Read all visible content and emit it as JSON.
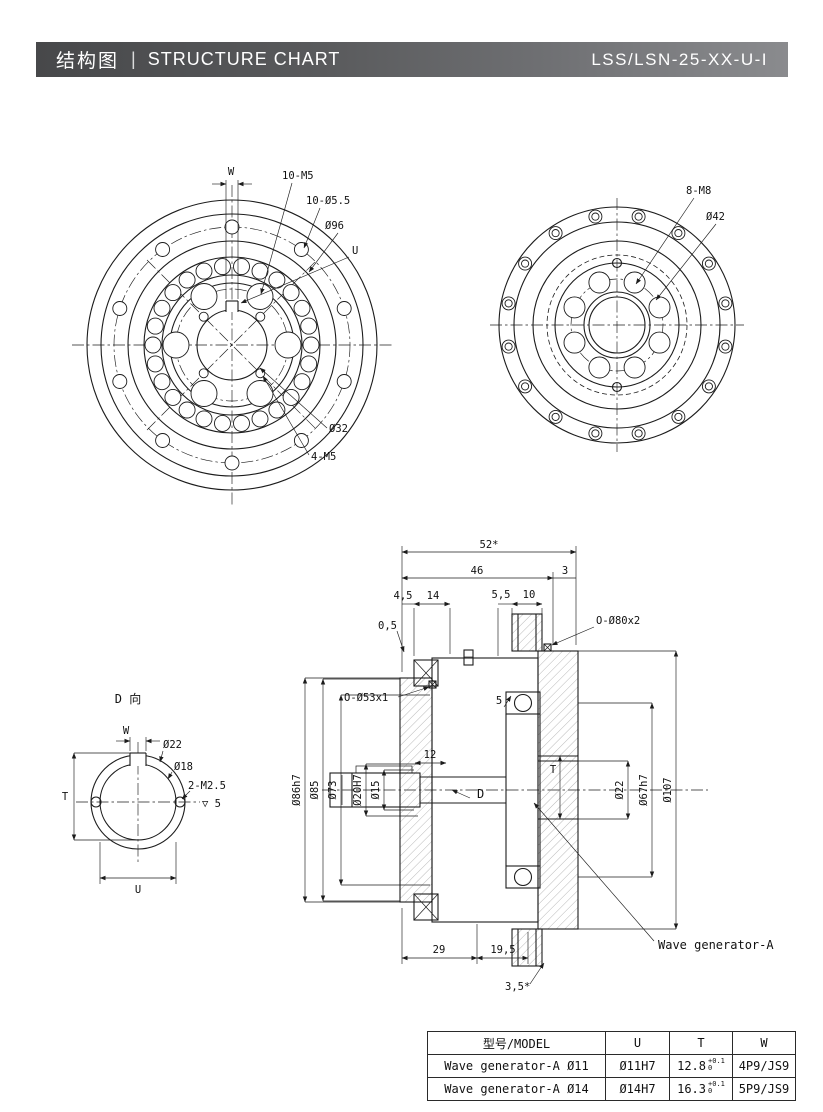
{
  "header": {
    "title_zh": "结构图",
    "separator": "|",
    "title_en": "STRUCTURE CHART",
    "model": "LSS/LSN-25-XX-U-I",
    "bg_color": "#595a5c",
    "text_color": "#ffffff"
  },
  "front_view": {
    "dim_w": "W",
    "label_10m5": "10-M5",
    "label_10d55": "10-Ø5.5",
    "label_d96": "Ø96",
    "label_u": "U",
    "label_d32": "Ø32",
    "label_4m5": "4-M5"
  },
  "rear_view": {
    "label_8m8": "8-M8",
    "label_d42": "Ø42"
  },
  "section_view": {
    "dim_52": "52*",
    "dim_46": "46",
    "dim_3": "3",
    "dim_45": "4,5",
    "dim_14": "14",
    "dim_55": "5,5",
    "dim_10": "10",
    "dim_05": "0,5",
    "label_oring_top": "O-Ø80x2",
    "label_oring_left": "O-Ø53x1",
    "dim_5": "5",
    "dim_12": "12",
    "label_t": "T",
    "label_d": "D",
    "dim_d86": "Ø86h7",
    "dim_d85": "Ø85",
    "dim_d73": "Ø73",
    "dim_d20": "Ø20H7",
    "dim_d15": "Ø15",
    "dim_d22": "Ø22",
    "dim_d67": "Ø67h7",
    "dim_d107": "Ø107",
    "dim_29": "29",
    "dim_195": "19,5",
    "dim_35": "3,5*",
    "label_wave_gen": "Wave generator-A"
  },
  "detail_view": {
    "title": "D 向",
    "dim_w": "W",
    "label_d22": "Ø22",
    "label_d18": "Ø18",
    "label_2m25": "2-M2.5",
    "label_depth": "▽ 5",
    "dim_t": "T",
    "dim_u": "U"
  },
  "table": {
    "headers": [
      "型号/MODEL",
      "U",
      "T",
      "W"
    ],
    "rows": [
      {
        "model": "Wave generator-A Ø11",
        "u": "Ø11H7",
        "t_value": "12.8",
        "t_upper": "+0.1",
        "t_lower": "0",
        "w": "4P9/JS9"
      },
      {
        "model": "Wave generator-A Ø14",
        "u": "Ø14H7",
        "t_value": "16.3",
        "t_upper": "+0.1",
        "t_lower": "0",
        "w": "5P9/JS9"
      }
    ]
  }
}
